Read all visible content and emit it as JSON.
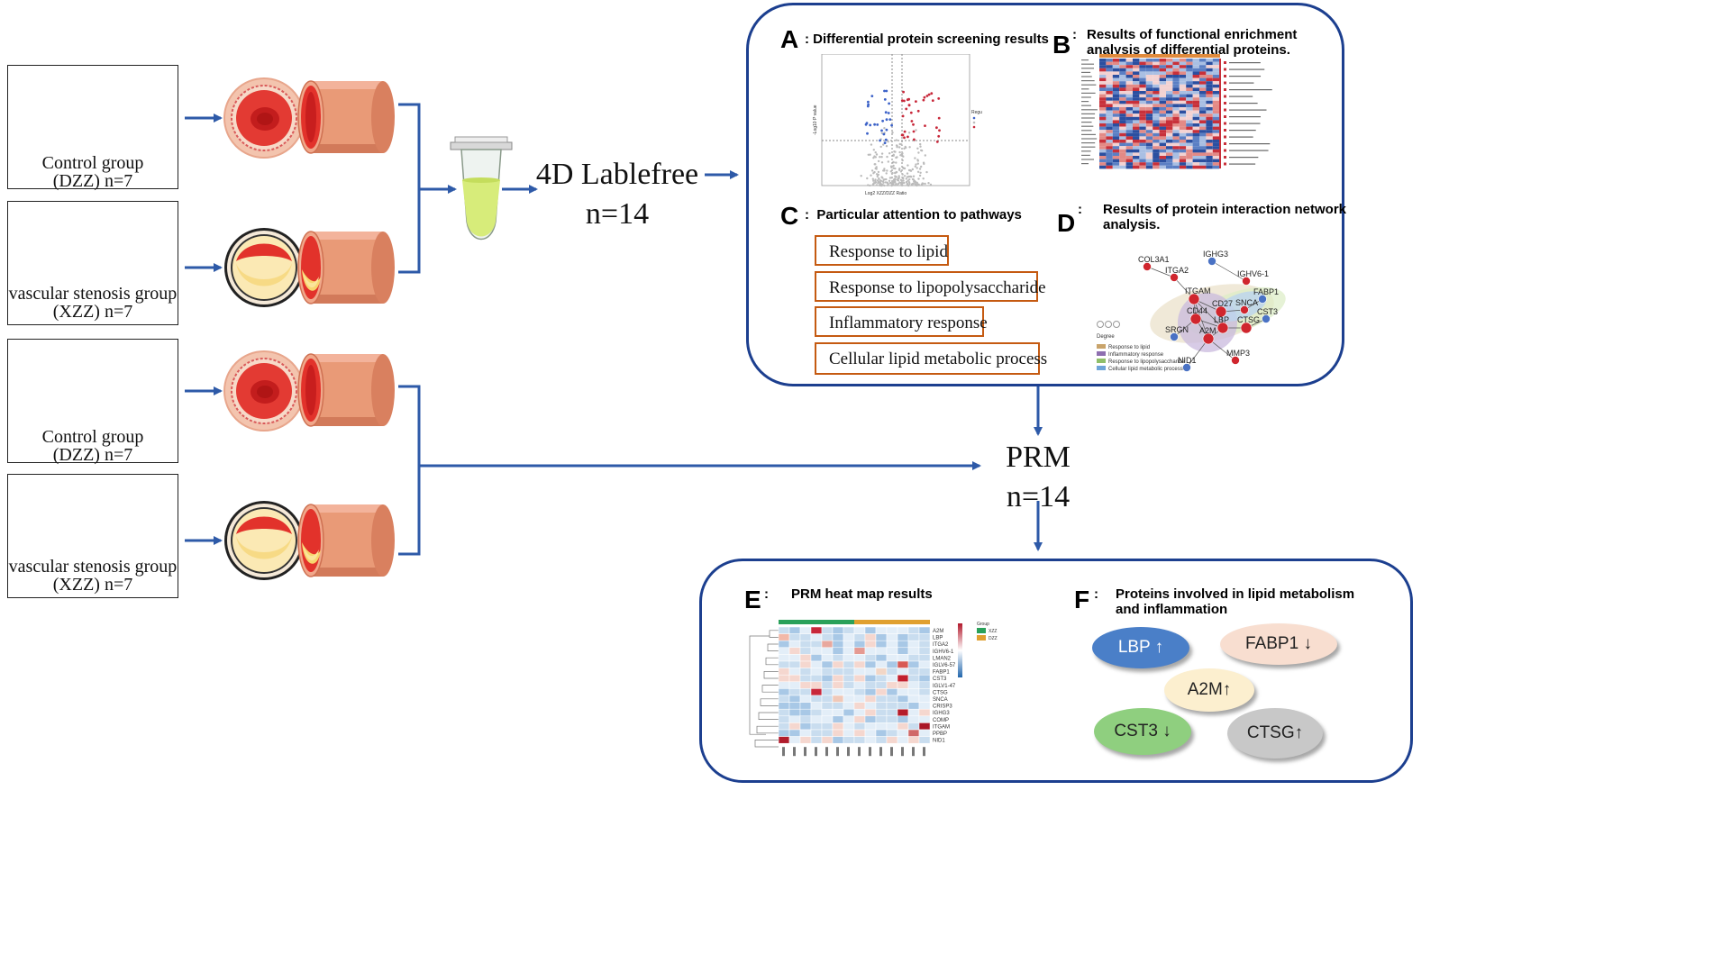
{
  "groups": [
    {
      "line1": "Control group",
      "line2": "(DZZ) n=7"
    },
    {
      "line1": "vascular stenosis group",
      "line2": "(XZZ)    n=7"
    },
    {
      "line1": "Control group",
      "line2": "(DZZ) n=7"
    },
    {
      "line1": "vascular stenosis group",
      "line2": "(XZZ)    n=7"
    }
  ],
  "lablefree": {
    "line1": "4D Lablefree",
    "line2": "n=14"
  },
  "prm": {
    "line1": "PRM",
    "line2": "n=14"
  },
  "panel_a": {
    "letter": "A",
    "title": "Differential protein screening results"
  },
  "panel_b": {
    "letter": "B",
    "title_line1": "Results of functional enrichment",
    "title_line2": "analysis of differential proteins."
  },
  "panel_c": {
    "letter": "C",
    "title": "Particular attention to pathways",
    "pathways": [
      "Response to lipid",
      "Response to lipopolysaccharide",
      "Inflammatory  response",
      "Cellular  lipid  metabolic  process"
    ]
  },
  "panel_d": {
    "letter": "D",
    "title_line1": "Results of protein interaction network",
    "title_line2": "analysis.",
    "nodes": [
      "COL3A1",
      "IGHG3",
      "ITGA2",
      "IGHV6-1",
      "ITGAM",
      "FABP1",
      "CD27",
      "SNCA",
      "CST3",
      "CD44",
      "LBP",
      "CTSG",
      "SRGN",
      "A2M",
      "MMP3",
      "NID1"
    ],
    "degree_label": "Degree",
    "legend": [
      "Response to lipid",
      "Inflammatory response",
      "Response to lipopolysaccharide",
      "Cellular lipid metabolic process"
    ],
    "legend_colors": [
      "#c9a46b",
      "#8e6fb0",
      "#8fbf6a",
      "#6fa5d8"
    ]
  },
  "panel_e": {
    "letter": "E",
    "title": "PRM heat map results",
    "rows": [
      "A2M",
      "LBP",
      "ITGA2",
      "IGHV6-1",
      "LMAN2",
      "IGLV6-57",
      "FABP1",
      "CST3",
      "IGLV1-47",
      "CTSG",
      "SNCA",
      "CRISP3",
      "IGHG3",
      "COMP",
      "ITGAM",
      "PPBP",
      "NID1"
    ],
    "legend_title": "Group",
    "legend_items": [
      "XZZ",
      "DZZ"
    ],
    "legend_colors": [
      "#2aa15a",
      "#e0a030"
    ],
    "scale_top": "Group"
  },
  "panel_f": {
    "letter": "F",
    "title_line1": "Proteins involved in lipid metabolism",
    "title_line2": "and inflammation",
    "proteins": [
      {
        "name": "LBP",
        "arrow": "↑",
        "color": "#4a7fc8",
        "text_color": "#ffffff"
      },
      {
        "name": "FABP1",
        "arrow": "↓",
        "color": "#f8ded0",
        "text_color": "#222222"
      },
      {
        "name": "A2M",
        "arrow": "↑",
        "color": "#fcefcf",
        "text_color": "#222222"
      },
      {
        "name": "CST3",
        "arrow": "↓",
        "color": "#8fcf7f",
        "text_color": "#222222"
      },
      {
        "name": "CTSG",
        "arrow": "↑",
        "color": "#c8c8c8",
        "text_color": "#222222"
      }
    ]
  },
  "colors": {
    "arrow": "#2e5aa8",
    "panel_border": "#1c3f8f",
    "pathway_border": "#c55a11",
    "female": "#f6b8b8",
    "male": "#b5dcf5"
  }
}
